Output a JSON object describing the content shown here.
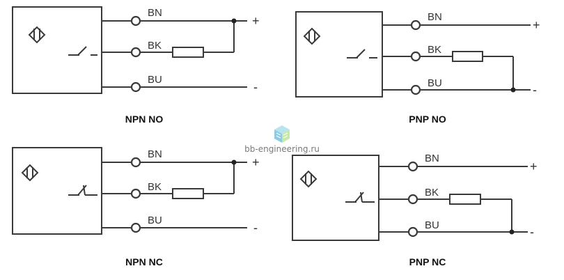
{
  "diagrams": [
    {
      "title": "NPN NO",
      "wires": {
        "top": "BN",
        "mid": "BK",
        "bot": "BU"
      },
      "signs": {
        "top": "+",
        "bot": "-"
      }
    },
    {
      "title": "PNP NO",
      "wires": {
        "top": "BN",
        "mid": "BK",
        "bot": "BU"
      },
      "signs": {
        "top": "+",
        "bot": "-"
      }
    },
    {
      "title": "NPN NC",
      "wires": {
        "top": "BN",
        "mid": "BK",
        "bot": "BU"
      },
      "signs": {
        "top": "+",
        "bot": "-"
      }
    },
    {
      "title": "PNP NC",
      "wires": {
        "top": "BN",
        "mid": "BK",
        "bot": "BU"
      },
      "signs": {
        "top": "+",
        "bot": "-"
      }
    }
  ],
  "watermark": {
    "text": "bb-engineering.ru",
    "icon": "cube-logo-icon"
  }
}
